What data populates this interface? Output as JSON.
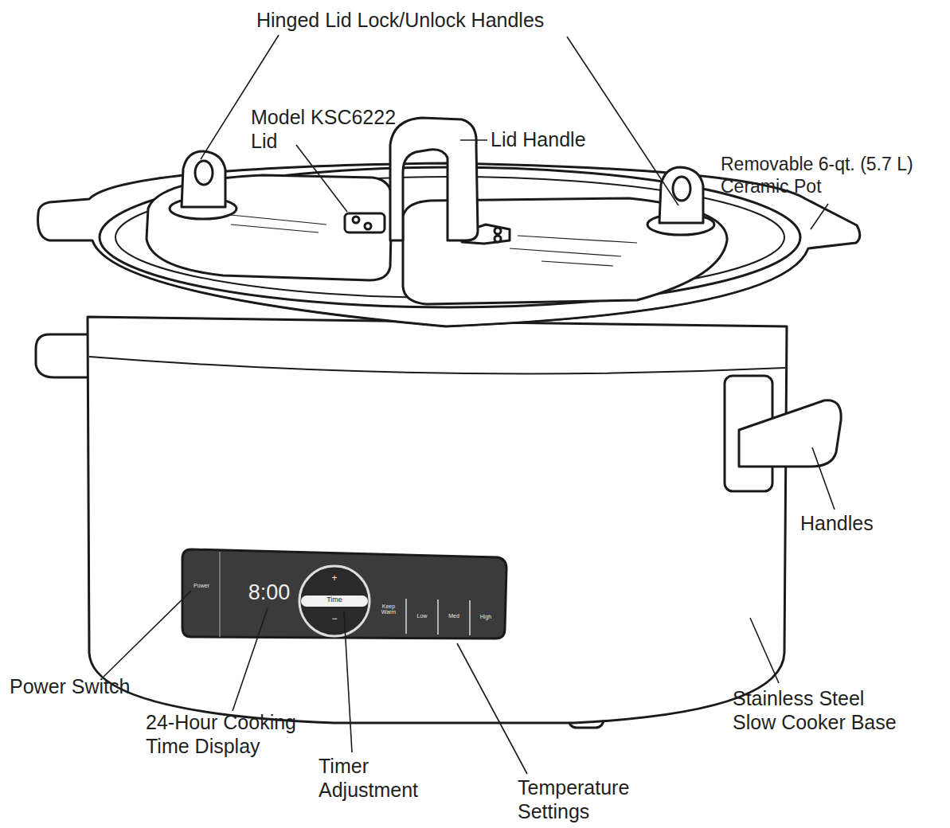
{
  "diagram": {
    "labels": [
      "Hinged Lid Lock/Unlock Handles",
      "Model KSC6222 Lid",
      "Lid Handle",
      "Removable 6-qt. (5.7 L) Ceramic Pot",
      "Handles",
      "Power",
      "8:00",
      "+",
      "Time",
      "−",
      "Keep Warm",
      "Low",
      "Med",
      "High",
      "Power Switch",
      "24-Hour Cooking Time Display",
      "Timer Adjustment",
      "Temperature Settings",
      "Stainless Steel Slow Cooker Base"
    ]
  }
}
